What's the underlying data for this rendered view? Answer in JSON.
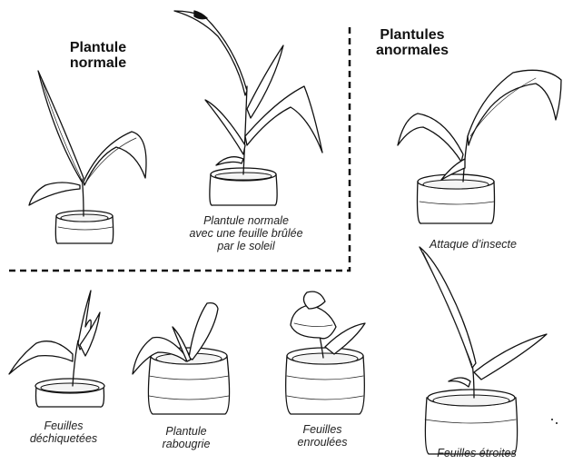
{
  "titles": {
    "normal": "Plantule\nnormale",
    "abnormal": "Plantules\nanormales"
  },
  "captions": {
    "sunburn": "Plantule normale\navec une feuille brûlée\npar le soleil",
    "insect": "Attaque d’insecte",
    "torn": "Feuilles\ndéchiquetées",
    "stunted": "Plantule\nrabougrie",
    "rolled": "Feuilles\nenroulées",
    "narrow": "Feuilles étroites"
  },
  "icons": {
    "normal": "seedling-normal-icon",
    "sunburn": "seedling-sunburned-leaf-icon",
    "insect": "seedling-insect-damage-icon",
    "torn": "seedling-torn-leaves-icon",
    "stunted": "seedling-stunted-icon",
    "rolled": "seedling-rolled-leaves-icon",
    "narrow": "seedling-narrow-leaves-icon"
  }
}
